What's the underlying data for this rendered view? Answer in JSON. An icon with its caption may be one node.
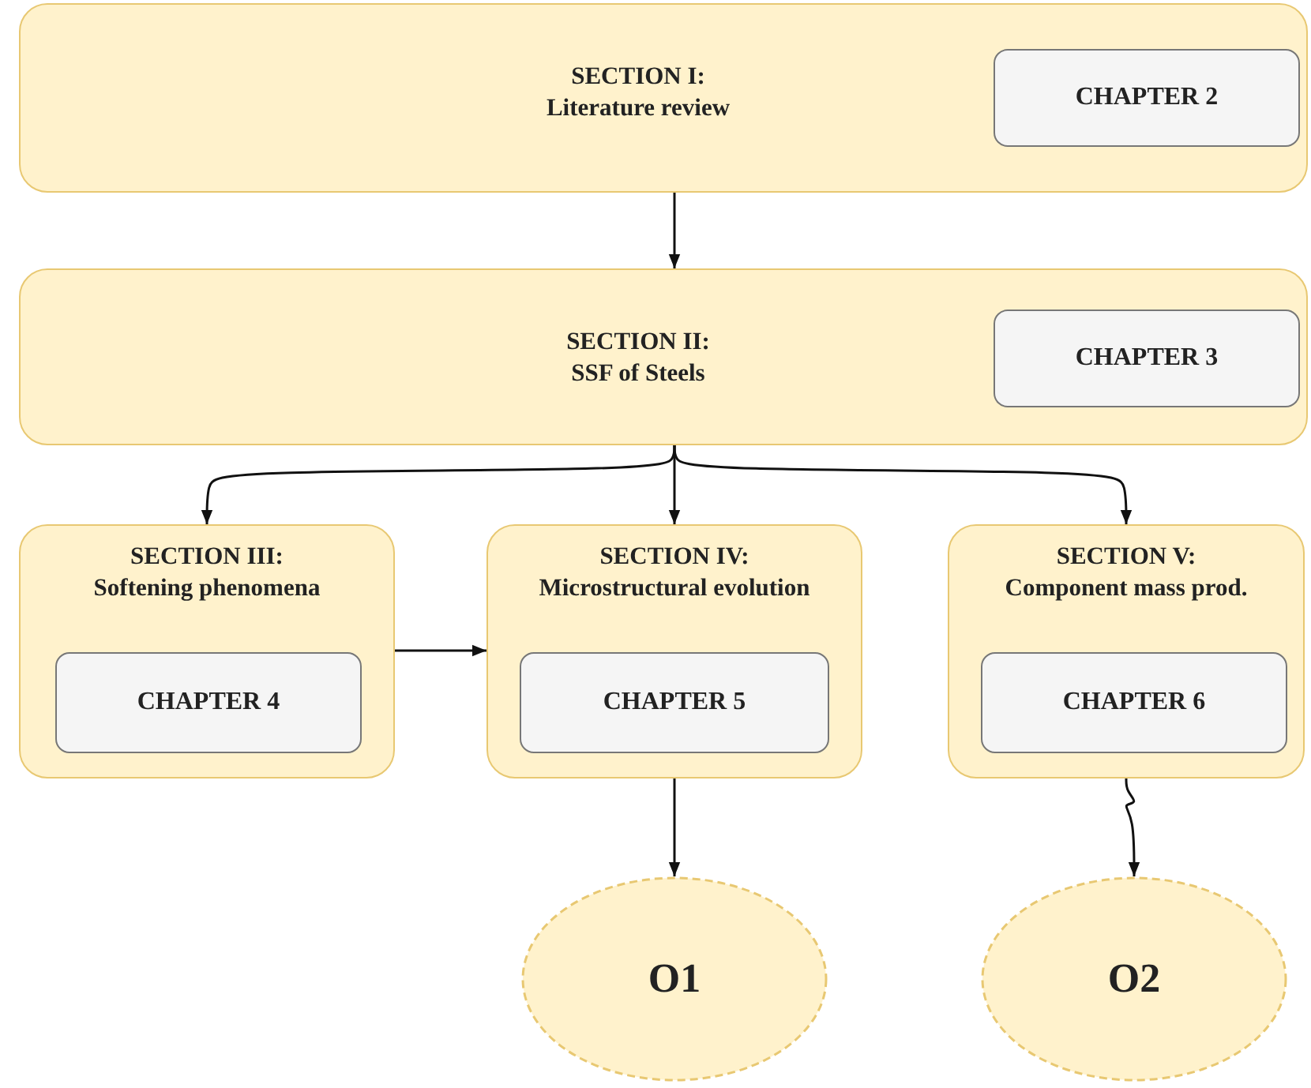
{
  "diagram": {
    "nodes": [
      {
        "text": [
          "SECTION I:",
          "Literature review"
        ]
      },
      {
        "text": [
          "CHAPTER 2"
        ],
        "in": 0
      },
      {
        "text": [
          "SECTION II:",
          "SSF of Steels"
        ]
      },
      {
        "text": [
          "CHAPTER 3"
        ],
        "in": 2
      },
      {
        "text": [
          "SECTION III:",
          "Softening phenomena"
        ]
      },
      {
        "text": [
          "CHAPTER 4"
        ],
        "in": 4
      },
      {
        "text": [
          "SECTION IV:",
          "Microstructural evolution"
        ]
      },
      {
        "text": [
          "CHAPTER 5"
        ],
        "in": 6
      },
      {
        "text": [
          "SECTION V:",
          "Component mass prod."
        ]
      },
      {
        "text": [
          "CHAPTER 6"
        ],
        "in": 8
      },
      {
        "text": [
          "O1"
        ]
      },
      {
        "text": [
          "O2"
        ]
      }
    ],
    "edges": [
      {
        "from": 0,
        "to": 2,
        "arrow": "to"
      },
      {
        "from": 2,
        "to": 4,
        "arrow": "to"
      },
      {
        "from": 2,
        "to": 6,
        "arrow": "to"
      },
      {
        "from": 2,
        "to": 8,
        "arrow": "to"
      },
      {
        "from": 4,
        "to": 6,
        "arrow": "to"
      },
      {
        "from": 6,
        "to": 10,
        "arrow": "to"
      },
      {
        "from": 8,
        "to": 11,
        "arrow": "to"
      }
    ]
  }
}
